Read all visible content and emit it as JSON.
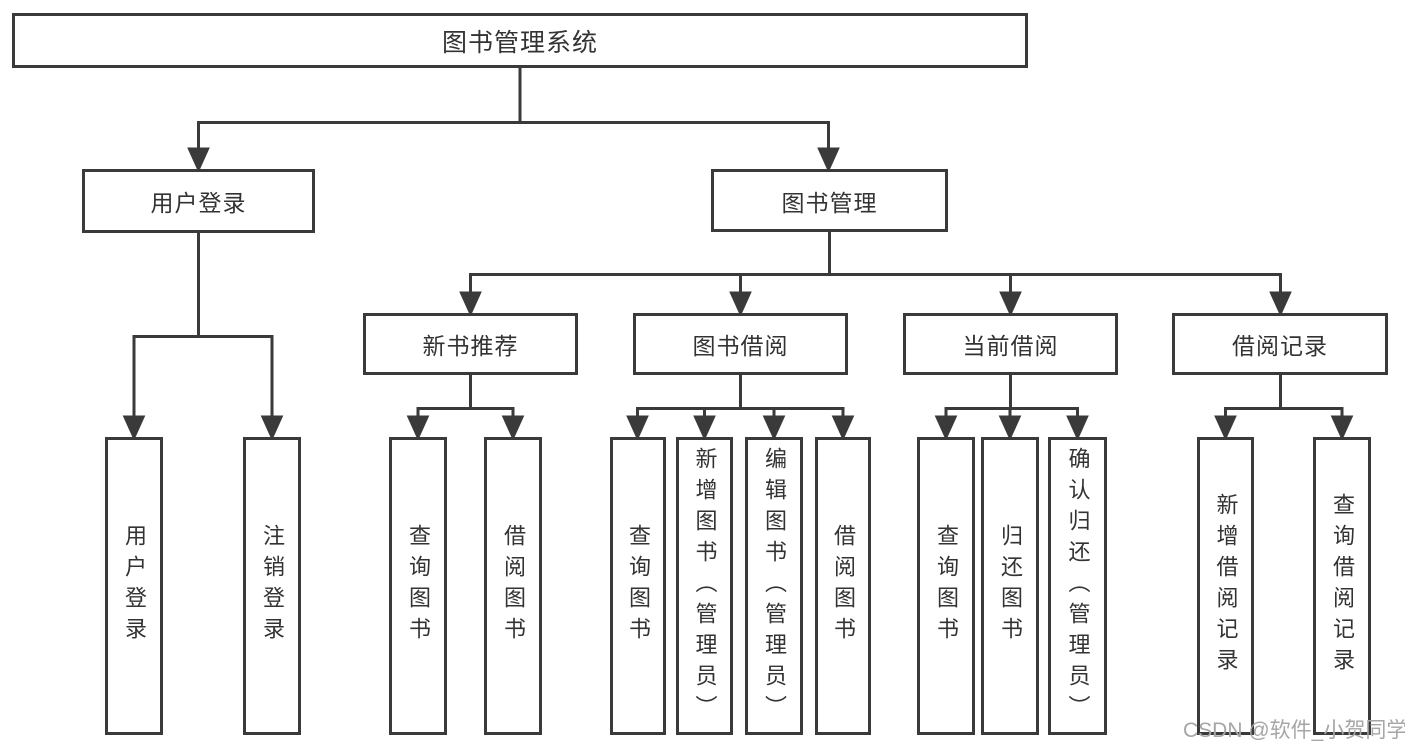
{
  "colors": {
    "line": "#3a3a3a",
    "text": "#333333",
    "box_bg": "#ffffff",
    "watermark": "#a6a6a6",
    "background": "#ffffff"
  },
  "watermark": {
    "text": "CSDN @软件_小贺同学"
  },
  "tree": {
    "root": {
      "label": "图书管理系统"
    },
    "children": [
      {
        "label": "用户登录",
        "children": [
          {
            "label": "用户登录"
          },
          {
            "label": "注销登录"
          }
        ]
      },
      {
        "label": "图书管理",
        "children": [
          {
            "label": "新书推荐",
            "children": [
              {
                "label": "查询图书"
              },
              {
                "label": "借阅图书"
              }
            ]
          },
          {
            "label": "图书借阅",
            "children": [
              {
                "label": "查询图书"
              },
              {
                "label": "新增图书（管理员）"
              },
              {
                "label": "编辑图书（管理员）"
              },
              {
                "label": "借阅图书"
              }
            ]
          },
          {
            "label": "当前借阅",
            "children": [
              {
                "label": "查询图书"
              },
              {
                "label": "归还图书"
              },
              {
                "label": "确认归还（管理员）"
              }
            ]
          },
          {
            "label": "借阅记录",
            "children": [
              {
                "label": "新增借阅记录"
              },
              {
                "label": "查询借阅记录"
              }
            ]
          }
        ]
      }
    ]
  }
}
